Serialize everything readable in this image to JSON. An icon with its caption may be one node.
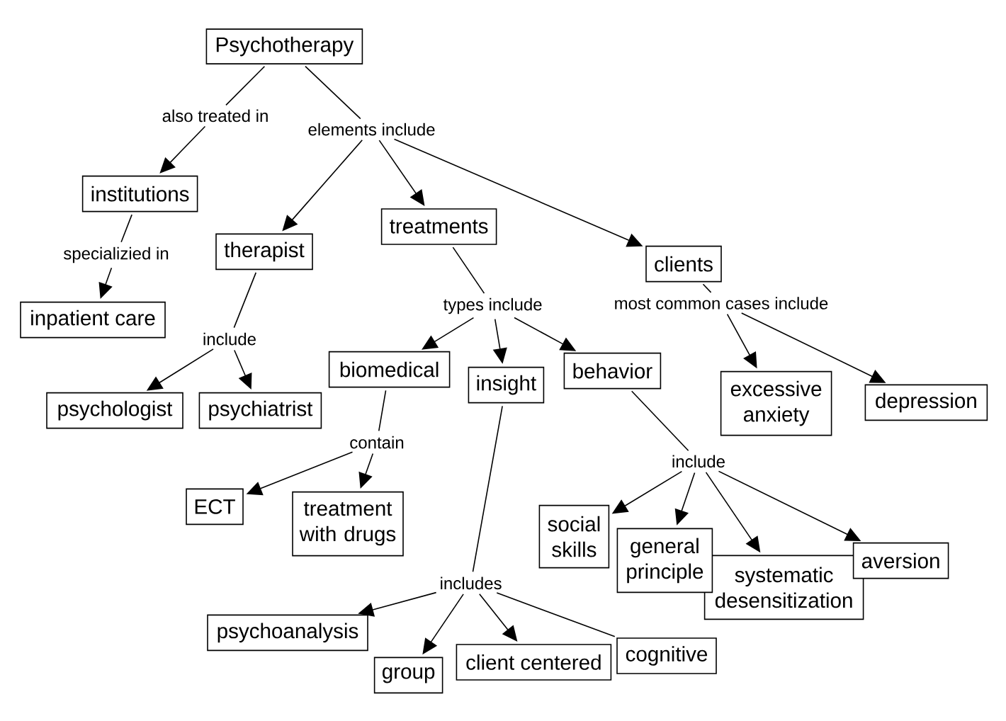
{
  "diagram": {
    "nodes": [
      {
        "text": [
          "Psychotherapy"
        ]
      },
      {
        "text": [
          "also treated in"
        ]
      },
      {
        "text": [
          "elements include"
        ]
      },
      {
        "text": [
          "institutions"
        ]
      },
      {
        "text": [
          "therapist"
        ]
      },
      {
        "text": [
          "treatments"
        ]
      },
      {
        "text": [
          "clients"
        ]
      },
      {
        "text": [
          "specializied in"
        ]
      },
      {
        "text": [
          "inpatient care"
        ]
      },
      {
        "text": [
          "include"
        ]
      },
      {
        "text": [
          "types include"
        ]
      },
      {
        "text": [
          "most common cases include"
        ]
      },
      {
        "text": [
          "psychologist"
        ]
      },
      {
        "text": [
          "psychiatrist"
        ]
      },
      {
        "text": [
          "biomedical"
        ]
      },
      {
        "text": [
          "insight"
        ]
      },
      {
        "text": [
          "behavior"
        ]
      },
      {
        "text": [
          "excessive anxiety"
        ]
      },
      {
        "text": [
          "depression"
        ]
      },
      {
        "text": [
          "contain"
        ]
      },
      {
        "text": [
          "include"
        ]
      },
      {
        "text": [
          "ECT"
        ]
      },
      {
        "text": [
          "treatment with drugs"
        ]
      },
      {
        "text": [
          "social skills"
        ]
      },
      {
        "text": [
          "general principle"
        ]
      },
      {
        "text": [
          "systematic desensitization"
        ]
      },
      {
        "text": [
          "aversion"
        ]
      },
      {
        "text": [
          "includes"
        ]
      },
      {
        "text": [
          "psychoanalysis"
        ]
      },
      {
        "text": [
          "group"
        ]
      },
      {
        "text": [
          "client centered"
        ]
      },
      {
        "text": [
          "cognitive"
        ]
      }
    ],
    "edges": [
      {
        "from": 0,
        "to": 1,
        "arrow": "none"
      },
      {
        "from": 1,
        "to": 3,
        "arrow": "to"
      },
      {
        "from": 0,
        "to": 2,
        "arrow": "none"
      },
      {
        "from": 2,
        "to": 4,
        "arrow": "to"
      },
      {
        "from": 2,
        "to": 5,
        "arrow": "to"
      },
      {
        "from": 2,
        "to": 6,
        "arrow": "to"
      },
      {
        "from": 3,
        "to": 7,
        "arrow": "none"
      },
      {
        "from": 7,
        "to": 8,
        "arrow": "to"
      },
      {
        "from": 4,
        "to": 9,
        "arrow": "none"
      },
      {
        "from": 9,
        "to": 12,
        "arrow": "to"
      },
      {
        "from": 9,
        "to": 13,
        "arrow": "to"
      },
      {
        "from": 5,
        "to": 10,
        "arrow": "none"
      },
      {
        "from": 10,
        "to": 14,
        "arrow": "to"
      },
      {
        "from": 10,
        "to": 15,
        "arrow": "to"
      },
      {
        "from": 10,
        "to": 16,
        "arrow": "to"
      },
      {
        "from": 6,
        "to": 11,
        "arrow": "none"
      },
      {
        "from": 11,
        "to": 17,
        "arrow": "to"
      },
      {
        "from": 11,
        "to": 18,
        "arrow": "to"
      },
      {
        "from": 14,
        "to": 19,
        "arrow": "none"
      },
      {
        "from": 19,
        "to": 21,
        "arrow": "to"
      },
      {
        "from": 19,
        "to": 22,
        "arrow": "to"
      },
      {
        "from": 16,
        "to": 20,
        "arrow": "none"
      },
      {
        "from": 20,
        "to": 23,
        "arrow": "to"
      },
      {
        "from": 20,
        "to": 24,
        "arrow": "to"
      },
      {
        "from": 20,
        "to": 25,
        "arrow": "to"
      },
      {
        "from": 20,
        "to": 26,
        "arrow": "to"
      },
      {
        "from": 15,
        "to": 27,
        "arrow": "none"
      },
      {
        "from": 27,
        "to": 28,
        "arrow": "to"
      },
      {
        "from": 27,
        "to": 29,
        "arrow": "to"
      },
      {
        "from": 27,
        "to": 30,
        "arrow": "to"
      },
      {
        "from": 27,
        "to": 31,
        "arrow": "none"
      }
    ]
  }
}
